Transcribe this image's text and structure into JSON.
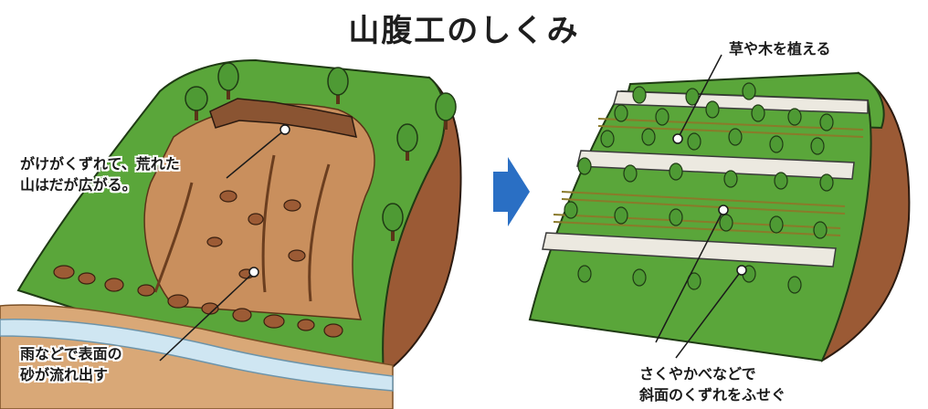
{
  "title": "山腹工のしくみ",
  "left_panel": {
    "callout_collapse": [
      "がけがくずれて、荒れた",
      "山はだが広がる。"
    ],
    "callout_erosion": [
      "雨などで表面の",
      "砂が流れ出す"
    ]
  },
  "right_panel": {
    "callout_planting": "草や木を植える",
    "callout_fences": [
      "さくやかべなどで",
      "斜面のくずれをふせぐ"
    ]
  },
  "colors": {
    "grass": "#5aa63a",
    "grass_dark": "#3f8a2a",
    "soil": "#a0603a",
    "sand": "#d9a877",
    "water": "#cfe6f2",
    "arrow": "#2a6fc4",
    "wall": "#ece9e0"
  },
  "icons": {
    "transition_arrow": "right-arrow-icon"
  }
}
